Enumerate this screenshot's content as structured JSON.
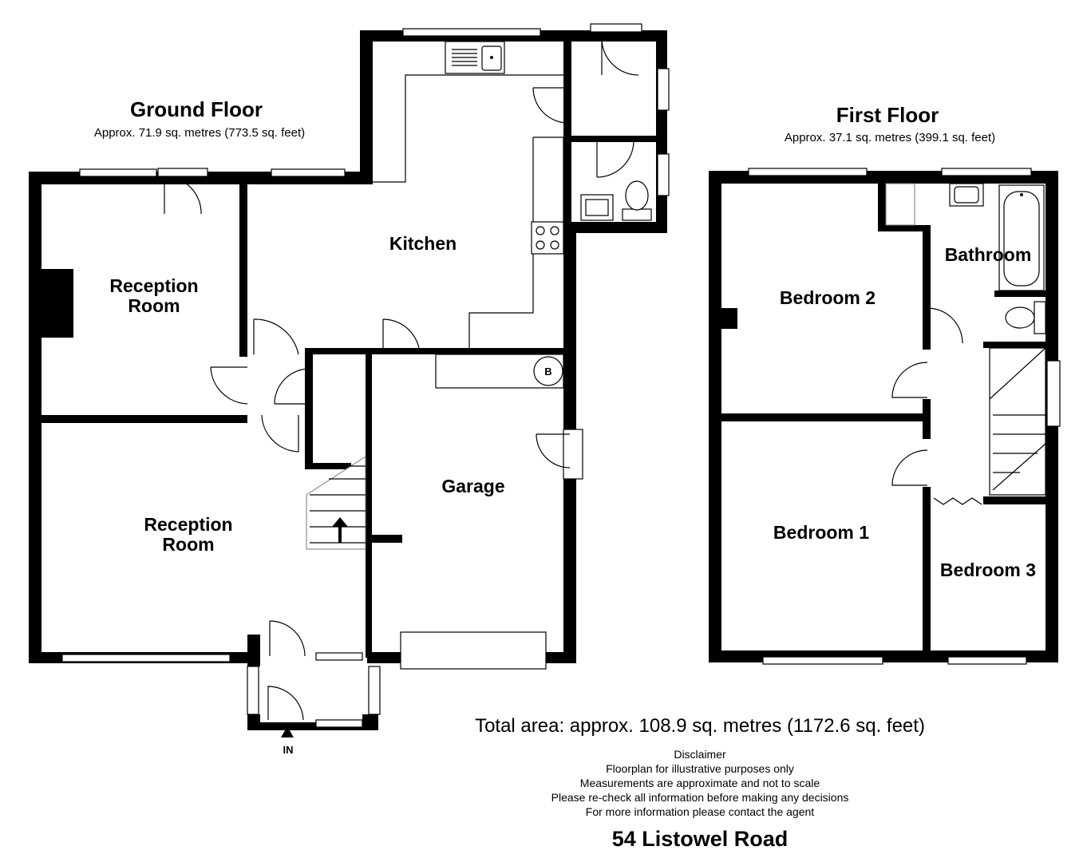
{
  "ground_floor": {
    "title": "Ground Floor",
    "area": "Approx. 71.9 sq. metres (773.5 sq. feet)",
    "rooms": {
      "reception_1_line1": "Reception",
      "reception_1_line2": "Room",
      "reception_2_line1": "Reception",
      "reception_2_line2": "Room",
      "kitchen": "Kitchen",
      "garage": "Garage"
    },
    "boiler_label": "B",
    "entrance_label": "IN"
  },
  "first_floor": {
    "title": "First Floor",
    "area": "Approx. 37.1 sq. metres (399.1 sq. feet)",
    "rooms": {
      "bedroom_1": "Bedroom 1",
      "bedroom_2": "Bedroom 2",
      "bedroom_3": "Bedroom 3",
      "bathroom": "Bathroom"
    }
  },
  "total_area": "Total area: approx. 108.9 sq. metres (1172.6 sq. feet)",
  "disclaimer": {
    "heading": "Disclaimer",
    "lines": [
      "Floorplan for illustrative purposes only",
      "Measurements are approximate and not to scale",
      "Please re-check all information before making any decisions",
      "For more information please contact the agent"
    ]
  },
  "address": "54 Listowel Road"
}
